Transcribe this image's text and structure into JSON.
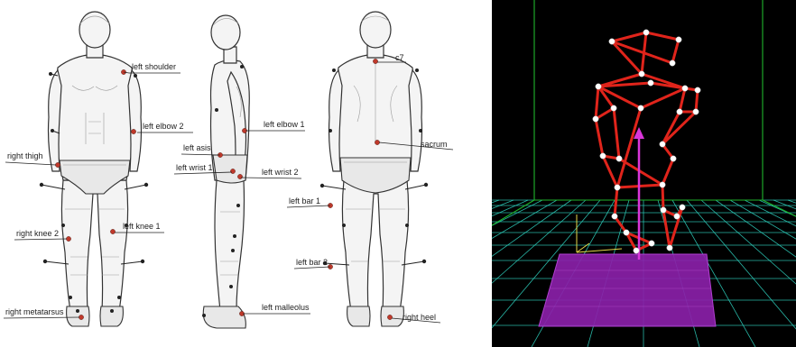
{
  "figure": {
    "front_view": {
      "labels": {
        "left_shoulder": "left shoulder",
        "left_elbow_2": "left elbow 2",
        "right_thigh": "right thigh",
        "right_knee_2": "right knee 2",
        "left_knee_1": "left knee 1",
        "right_metatarsus": "right metatarsus"
      }
    },
    "side_view": {
      "labels": {
        "left_elbow_1": "left elbow 1",
        "left_asis": "left asis",
        "left_wrist_1": "left wrist 1",
        "left_wrist_2": "left wrist 2",
        "left_malleolus": "left malleolus"
      }
    },
    "back_view": {
      "labels": {
        "c7": "c7",
        "sacrum": "sacrum",
        "left_bar_1": "left bar 1",
        "left_bar_2": "left bar 2",
        "right_heel": "right heel"
      }
    }
  },
  "viewer3d": {
    "background": "#000000",
    "grid_color": "#2fd6c3",
    "frame_color": "#1fb52c",
    "skeleton_color": "#e0241b",
    "marker_color": "#ffffff",
    "force_plate_color": "#8a1fa8",
    "force_vector_color": "#d936d9"
  }
}
